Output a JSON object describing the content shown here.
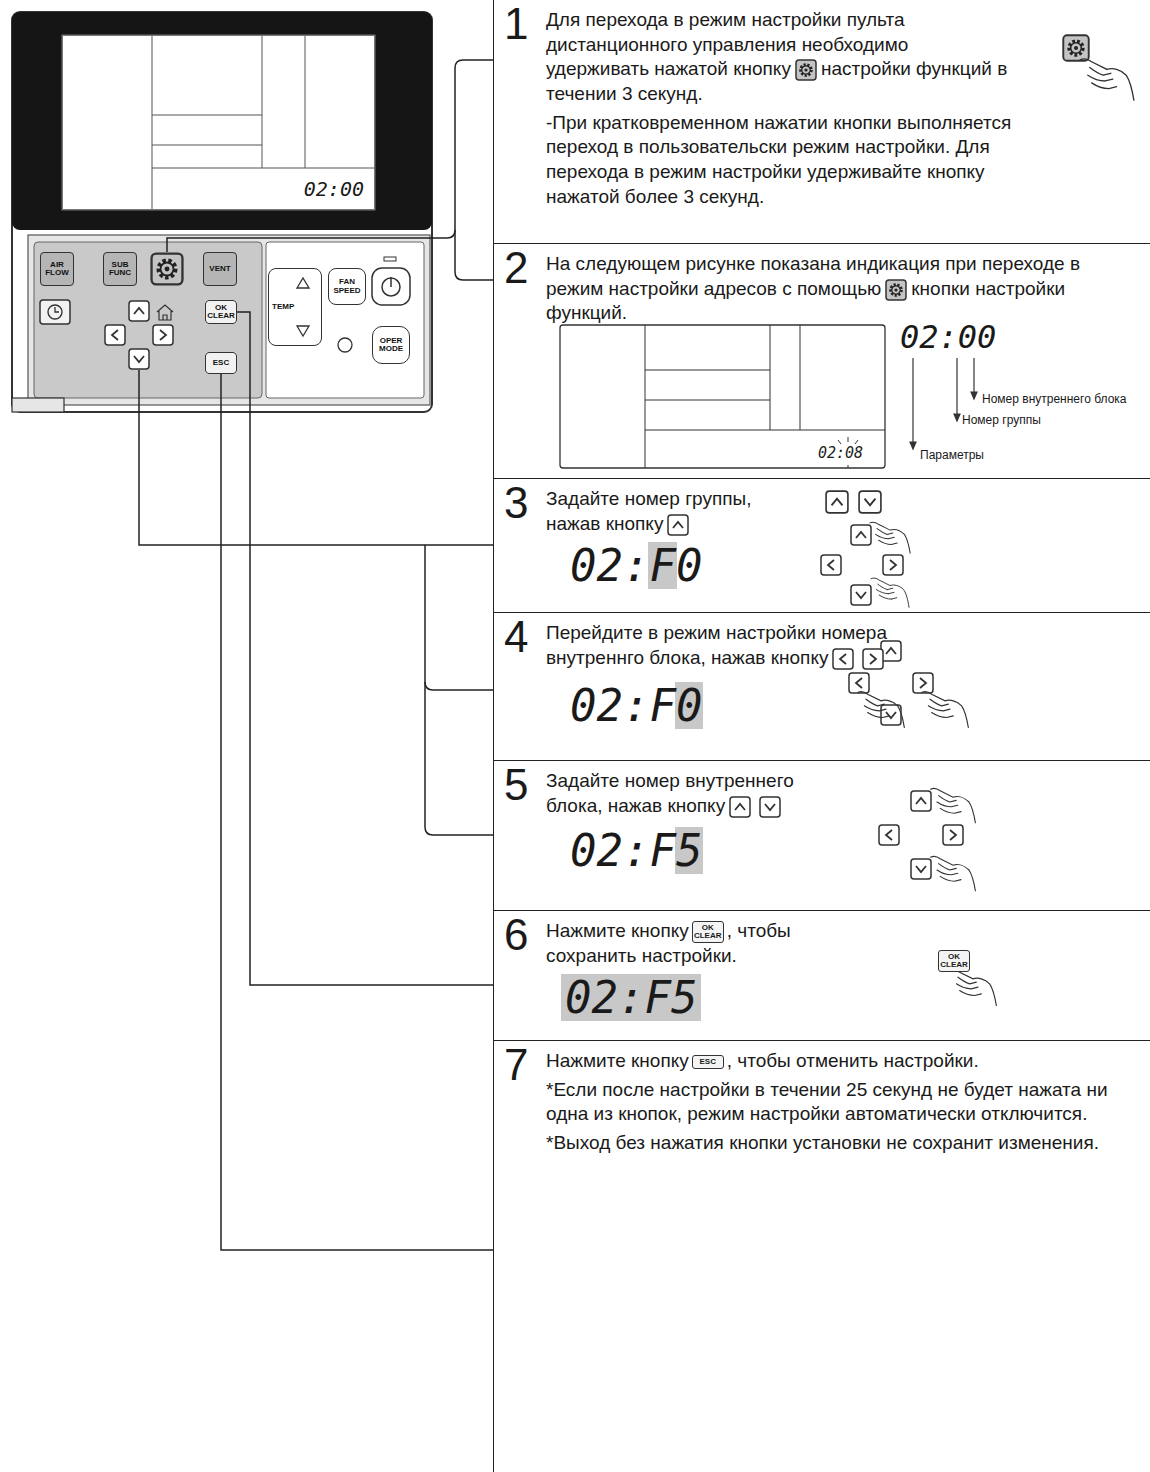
{
  "diagram": {
    "nodes": [
      {
        "text": [
          "02:00"
        ]
      },
      {
        "text": [
          "AIR FLOW"
        ]
      },
      {
        "text": [
          "SUB FUNC"
        ]
      },
      {
        "text": [
          "VENT"
        ]
      },
      {
        "text": [
          "OK CLEAR"
        ]
      },
      {
        "text": [
          "ESC"
        ]
      },
      {
        "text": [
          "TEMP"
        ]
      },
      {
        "text": [
          "FAN SPEED"
        ]
      },
      {
        "text": [
          "OPER MODE"
        ]
      },
      {
        "text": [
          "1",
          "Для перехода в режим настройки пульта дистанционного управления необходимо удерживать нажатой кнопку",
          "настройки функций в течении 3 секунд.",
          "-При кратковременном нажатии кнопки выполняется переход в пользовательски режим настройки. Для перехода в режим настройки удерживайте кнопку нажатой более 3 секунд."
        ]
      },
      {
        "text": [
          "2",
          "На следующем рисунке показана индикация при переходе в режим настройки адресов с помощью",
          "кнопки настройки функций."
        ]
      },
      {
        "text": [
          "3",
          "Задайте номер группы, нажав кнопку"
        ]
      },
      {
        "text": [
          "4",
          "Перейдите в режим настройки номера внутреннго блока, нажав кнопку"
        ]
      },
      {
        "text": [
          "5",
          "Задайте номер внутреннего блока, нажав кнопку"
        ]
      },
      {
        "text": [
          "6",
          "Нажмите кнопку",
          "OK CLEAR",
          ", чтобы сохранить настройки."
        ]
      },
      {
        "text": [
          "7",
          "Нажмите кнопку",
          "ESC",
          ", чтобы отменить настройки.",
          "*Если после настройки в течении 25 секунд не будет нажата ни одна из кнопок, режим настройки автоматически отключится.",
          "*Выход без нажатия кнопки установки не сохранит изменения."
        ]
      }
    ],
    "edges": [
      {
        "from": 4,
        "to": 14,
        "arrow": "none"
      },
      {
        "from": 5,
        "to": 15,
        "arrow": "none"
      }
    ],
    "labels": [
      "02:00",
      "Номер внутреннего блока",
      "Номер группы",
      "Параметры",
      "02:08",
      "02:F0",
      "02:F0",
      "02:F5",
      "02:F5",
      "OK CLEAR"
    ]
  }
}
